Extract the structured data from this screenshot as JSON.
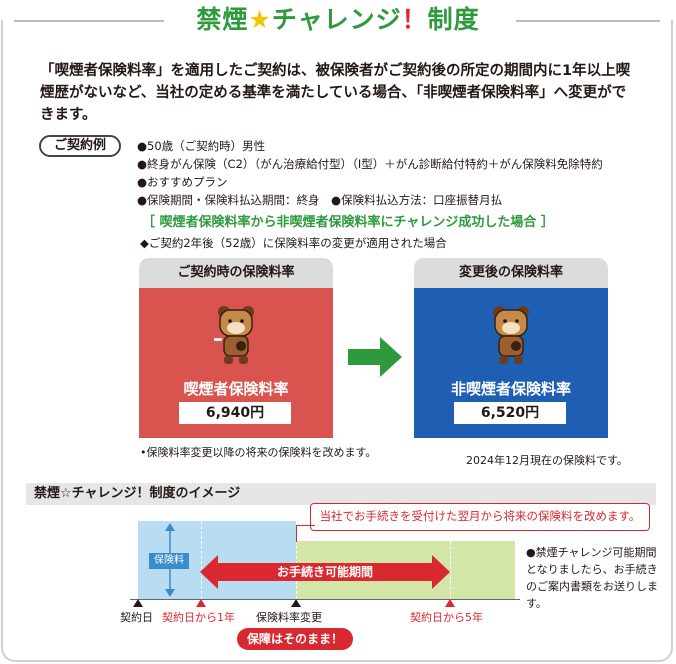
{
  "title": {
    "pre": "禁煙",
    "star": "★",
    "mid": "チャレンジ",
    "bang": "！",
    "post": "制度"
  },
  "intro": "「喫煙者保険料率」を適用したご契約は、被保険者がご契約後の所定の期間内に1年以上喫煙歴がないなど、当社の定める基準を満たしている場合、「非喫煙者保険料率」へ変更ができます。",
  "example_label": "ご契約例",
  "conditions": [
    "●50歳（ご契約時）男性",
    "●終身がん保険（C2）（がん治療給付型）（Ⅰ型）＋がん診断給付特約＋がん保険料免除特約",
    "●おすすめプラン",
    "●保険期間・保険料払込期間：終身　●保険料払込方法：口座振替月払"
  ],
  "success_note": "［ 喫煙者保険料率から非喫煙者保険料率にチャレンジ成功した場合 ］",
  "change_note": "◆ご契約2年後（52歳）に保険料率の変更が適用された場合",
  "before": {
    "header": "ご契約時の保険料率",
    "label": "喫煙者保険料率",
    "value": "6,940円",
    "color": "#d9534f"
  },
  "after": {
    "header": "変更後の保険料率",
    "label": "非喫煙者保険料率",
    "value": "6,520円",
    "color": "#1e5fb4"
  },
  "note_future": "•保険料率変更以降の将来の保険料を改めます。",
  "note_date": "2024年12月現在の保険料です。",
  "image_title": "禁煙☆チャレンジ！制度のイメージ",
  "callout": "当社でお手続きを受付けた翌月から将来の保険料を改めます。",
  "hoken_label": "保険料",
  "procedure_period": "お手続き可能期間",
  "ticks": {
    "start": "契約日",
    "one_year": "契約日から1年",
    "change": "保険料率変更",
    "five_year": "契約日から5年"
  },
  "coverage": "保障はそのまま！",
  "side_note": "●禁煙チャレンジ可能期間となりましたら、お手続きのご案内書類をお送りします。",
  "colors": {
    "green": "#2e9a3c",
    "red": "#d9282f",
    "blue": "#1e5fb4",
    "light_blue": "#b8dcf2",
    "light_green": "#d3e6a7"
  }
}
